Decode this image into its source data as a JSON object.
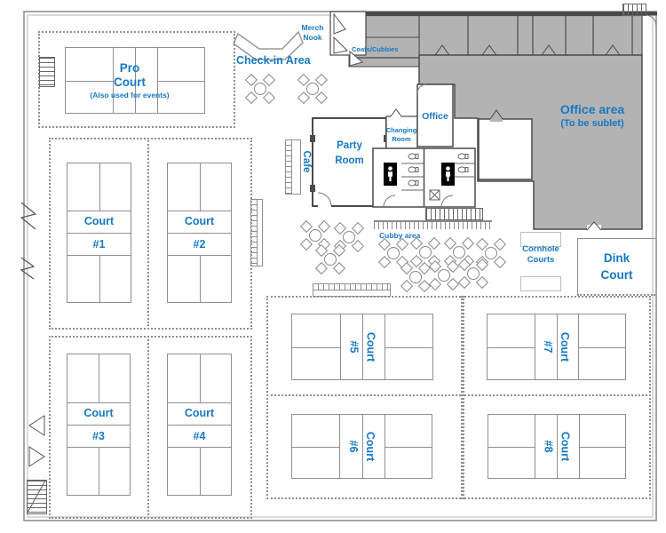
{
  "colors": {
    "label_blue": "#1778c4",
    "office_gray": "#b3b3b3"
  },
  "areas": {
    "pro_court": {
      "line1": "Pro",
      "line2": "Court",
      "note": "(Also used for events)"
    },
    "check_in": {
      "label": "Check-in Area"
    },
    "merch_nook": {
      "line1": "Merch",
      "line2": "Nook"
    },
    "coats": {
      "label": "Coats/Cubbies"
    },
    "office_area": {
      "label": "Office area",
      "note": "(To be sublet)"
    },
    "office": {
      "label": "Office"
    },
    "changing_room": {
      "line1": "Changing",
      "line2": "Room"
    },
    "party_room": {
      "line1": "Party",
      "line2": "Room"
    },
    "cafe": {
      "label": "Cafe"
    },
    "cubby": {
      "label": "Cubby area"
    },
    "cornhole": {
      "line1": "Cornhole",
      "line2": "Courts"
    },
    "dink": {
      "line1": "Dink",
      "line2": "Court"
    }
  },
  "courts": [
    {
      "label": "Court",
      "num": "#1"
    },
    {
      "label": "Court",
      "num": "#2"
    },
    {
      "label": "Court",
      "num": "#3"
    },
    {
      "label": "Court",
      "num": "#4"
    },
    {
      "label": "Court",
      "num": "#5"
    },
    {
      "label": "Court",
      "num": "#6"
    },
    {
      "label": "Court",
      "num": "#7"
    },
    {
      "label": "Court",
      "num": "#8"
    }
  ]
}
